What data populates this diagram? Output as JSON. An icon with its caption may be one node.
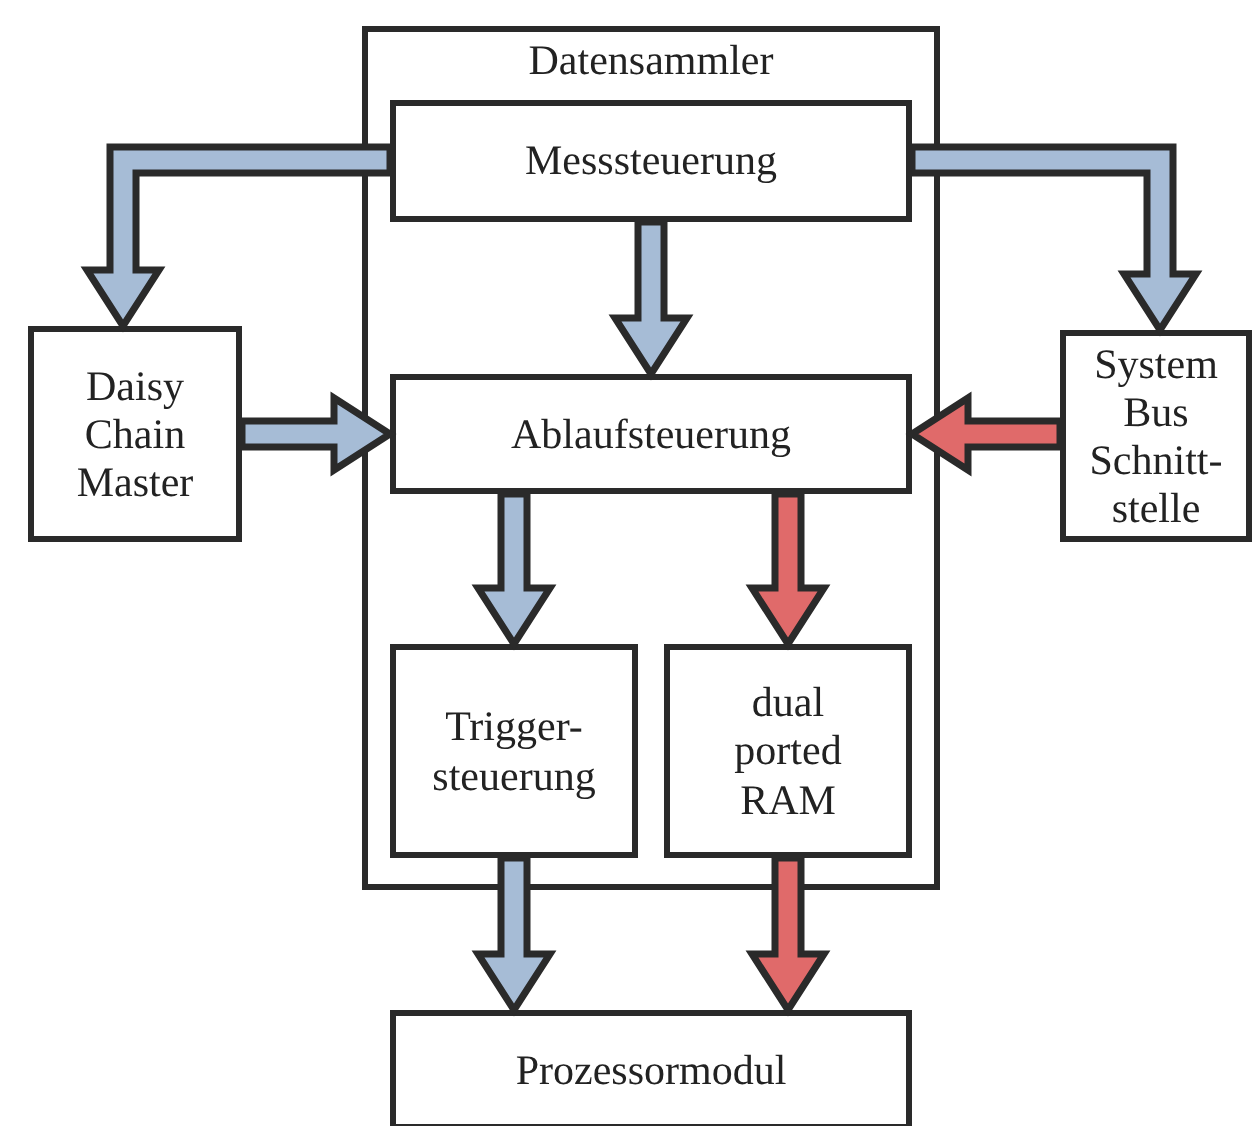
{
  "diagram": {
    "nodes": [
      {
        "text": [
          "Datensammler"
        ]
      },
      {
        "text": [
          "Messsteuerung"
        ],
        "in": 0
      },
      {
        "text": [
          "Daisy Chain Master"
        ]
      },
      {
        "text": [
          "Ablaufsteuerung"
        ],
        "in": 0
      },
      {
        "text": [
          "System Bus Schnitt- stelle"
        ]
      },
      {
        "text": [
          "Trigger- steuerung"
        ],
        "in": 0
      },
      {
        "text": [
          "dual ported RAM"
        ],
        "in": 0
      },
      {
        "text": [
          "Prozessormodul"
        ]
      }
    ],
    "edges": [
      {
        "from": 1,
        "to": 2,
        "arrow": "to"
      },
      {
        "from": 1,
        "to": 4,
        "arrow": "to"
      },
      {
        "from": 1,
        "to": 3,
        "arrow": "to"
      },
      {
        "from": 2,
        "to": 3,
        "arrow": "to"
      },
      {
        "from": 4,
        "to": 3,
        "arrow": "to",
        "color": "#e06a6a"
      },
      {
        "from": 3,
        "to": 5,
        "arrow": "to"
      },
      {
        "from": 3,
        "to": 6,
        "arrow": "to",
        "color": "#e06a6a"
      },
      {
        "from": 5,
        "to": 7,
        "arrow": "to"
      },
      {
        "from": 6,
        "to": 7,
        "arrow": "to",
        "color": "#e06a6a"
      }
    ]
  }
}
